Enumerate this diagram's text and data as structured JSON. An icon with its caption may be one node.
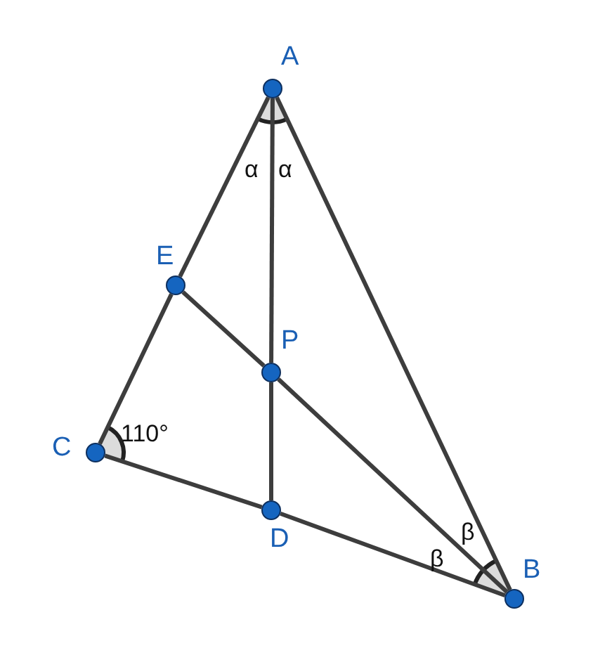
{
  "diagram": {
    "nodes": [
      {
        "text": [
          "A"
        ]
      },
      {
        "text": [
          "E"
        ]
      },
      {
        "text": [
          "P"
        ]
      },
      {
        "text": [
          "C"
        ]
      },
      {
        "text": [
          "D"
        ]
      },
      {
        "text": [
          "B"
        ]
      }
    ],
    "edges": [
      {
        "from": 0,
        "to": 1,
        "arrow": "none"
      },
      {
        "from": 1,
        "to": 3,
        "arrow": "none"
      },
      {
        "from": 0,
        "to": 2,
        "arrow": "none"
      },
      {
        "from": 2,
        "to": 4,
        "arrow": "none"
      },
      {
        "from": 0,
        "to": 5,
        "arrow": "none"
      },
      {
        "from": 3,
        "to": 4,
        "arrow": "none"
      },
      {
        "from": 4,
        "to": 5,
        "arrow": "none"
      },
      {
        "from": 1,
        "to": 2,
        "arrow": "none"
      },
      {
        "from": 2,
        "to": 5,
        "arrow": "none"
      }
    ],
    "labels": [
      "α",
      "α",
      "110°",
      "β",
      "β"
    ]
  }
}
